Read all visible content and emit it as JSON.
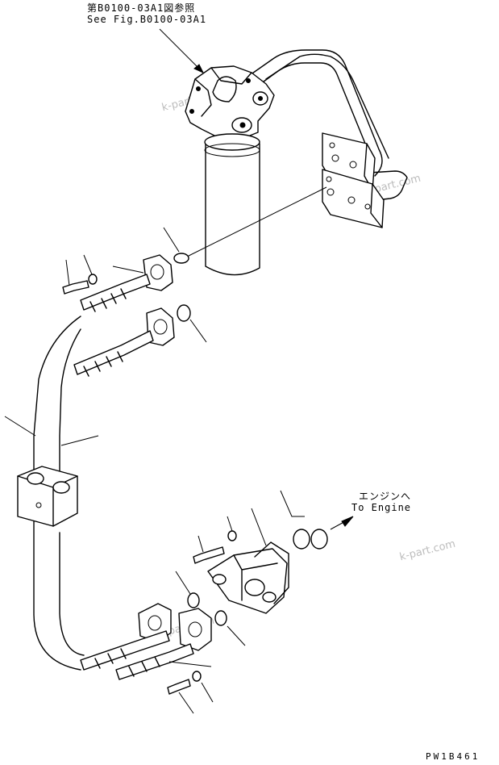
{
  "reference_note": {
    "line1": "第B0100-03A1図参照",
    "line2": "See Fig.B0100-03A1"
  },
  "engine_note": {
    "line1": "エンジンへ",
    "line2": "To Engine"
  },
  "drawing_code": "PW1B461",
  "watermark": "k-part.com"
}
